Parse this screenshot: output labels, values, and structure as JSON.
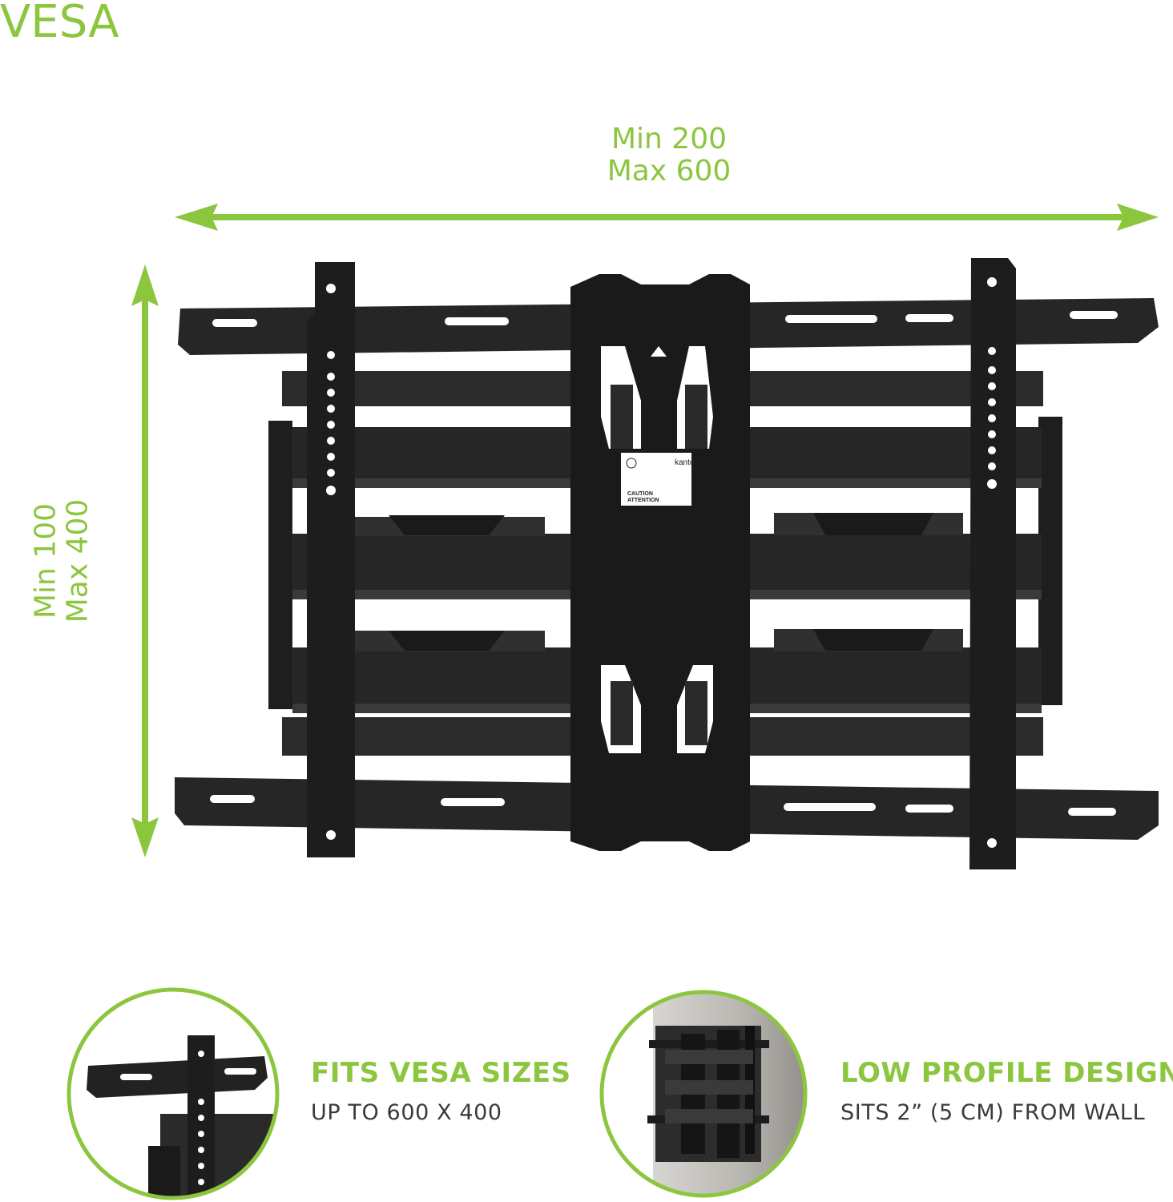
{
  "heading": "VESA",
  "dimensions": {
    "horizontal": {
      "min": "Min 200",
      "max": "Max 600"
    },
    "vertical": {
      "min": "Min 100",
      "max": "Max 400"
    }
  },
  "product_label": {
    "brand": "kanto",
    "caution": "CAUTION",
    "attention": "ATTENTION"
  },
  "features": [
    {
      "title": "FITS VESA SIZES",
      "subtitle": "UP TO 600 X 400"
    },
    {
      "title": "LOW PROFILE DESIGN",
      "subtitle": "SITS 2” (5 CM) FROM WALL"
    }
  ],
  "colors": {
    "accent": "#8cc63f",
    "mount": "#222222",
    "text_dark": "#3a3a3a"
  }
}
